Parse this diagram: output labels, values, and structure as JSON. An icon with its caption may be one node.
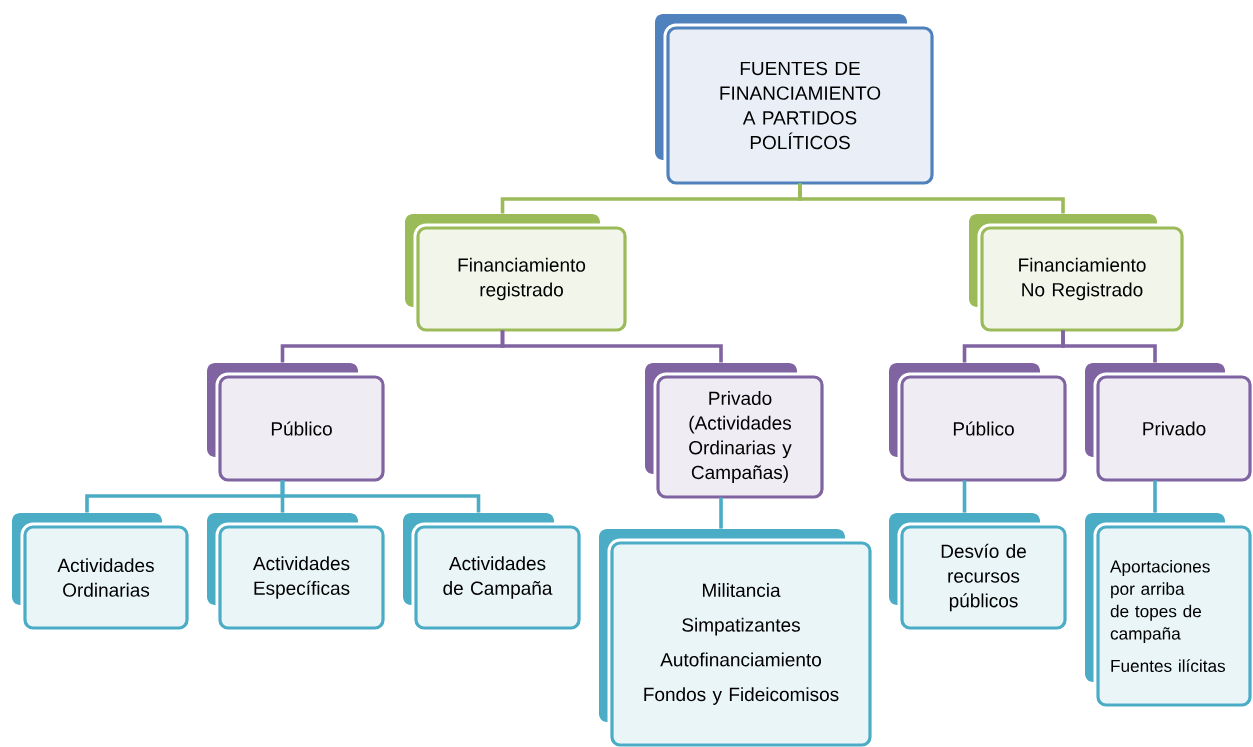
{
  "diagram": {
    "nodes": [
      {
        "text": [
          "FUENTES DE FINANCIAMIENTO A PARTIDOS POLÍTICOS"
        ]
      },
      {
        "text": [
          "Financiamiento registrado"
        ]
      },
      {
        "text": [
          "Financiamiento No Registrado"
        ]
      },
      {
        "text": [
          "Público"
        ]
      },
      {
        "text": [
          "Privado (Actividades Ordinarias y Campañas)"
        ]
      },
      {
        "text": [
          "Público"
        ]
      },
      {
        "text": [
          "Privado"
        ]
      },
      {
        "text": [
          "Actividades Ordinarias"
        ]
      },
      {
        "text": [
          "Actividades Específicas"
        ]
      },
      {
        "text": [
          "Actividades de Campaña"
        ]
      },
      {
        "text": [
          "Militancia",
          "Simpatizantes",
          "Autofinanciamiento",
          "Fondos y Fideicomisos"
        ]
      },
      {
        "text": [
          "Desvío de recursos públicos"
        ]
      },
      {
        "text": [
          "Aportaciones por arriba de topes de campaña",
          "Fuentes ilícitas"
        ]
      }
    ],
    "edges": [
      {
        "from": 0,
        "to": 1,
        "arrow": "none",
        "color": "#9bbb59"
      },
      {
        "from": 0,
        "to": 2,
        "arrow": "none",
        "color": "#9bbb59"
      },
      {
        "from": 1,
        "to": 3,
        "arrow": "none",
        "color": "#8064a2"
      },
      {
        "from": 1,
        "to": 4,
        "arrow": "none",
        "color": "#8064a2"
      },
      {
        "from": 2,
        "to": 5,
        "arrow": "none",
        "color": "#8064a2"
      },
      {
        "from": 2,
        "to": 6,
        "arrow": "none",
        "color": "#8064a2"
      },
      {
        "from": 3,
        "to": 7,
        "arrow": "none"
      },
      {
        "from": 3,
        "to": 8,
        "arrow": "none"
      },
      {
        "from": 3,
        "to": 9,
        "arrow": "none"
      },
      {
        "from": 4,
        "to": 10,
        "arrow": "none"
      },
      {
        "from": 5,
        "to": 11,
        "arrow": "none"
      },
      {
        "from": 6,
        "to": 12,
        "arrow": "none"
      }
    ]
  }
}
